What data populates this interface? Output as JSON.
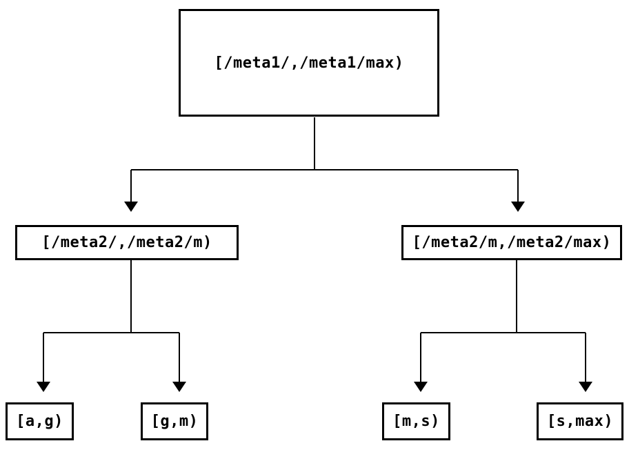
{
  "diagram": {
    "type": "tree",
    "background_color": "#ffffff",
    "line_color": "#000000",
    "text_color": "#000000",
    "nodes": {
      "root": {
        "label": "[/meta1/,/meta1/max)"
      },
      "mid_left": {
        "label": "[/meta2/,/meta2/m)"
      },
      "mid_right": {
        "label": "[/meta2/m,/meta2/max)"
      },
      "leaf_a_g": {
        "label": "[a,g)"
      },
      "leaf_g_m": {
        "label": "[g,m)"
      },
      "leaf_m_s": {
        "label": "[m,s)"
      },
      "leaf_s_max": {
        "label": "[s,max)"
      }
    },
    "edges": [
      {
        "from": "root",
        "to": "mid_left"
      },
      {
        "from": "root",
        "to": "mid_right"
      },
      {
        "from": "mid_left",
        "to": "leaf_a_g"
      },
      {
        "from": "mid_left",
        "to": "leaf_g_m"
      },
      {
        "from": "mid_right",
        "to": "leaf_m_s"
      },
      {
        "from": "mid_right",
        "to": "leaf_s_max"
      }
    ]
  }
}
